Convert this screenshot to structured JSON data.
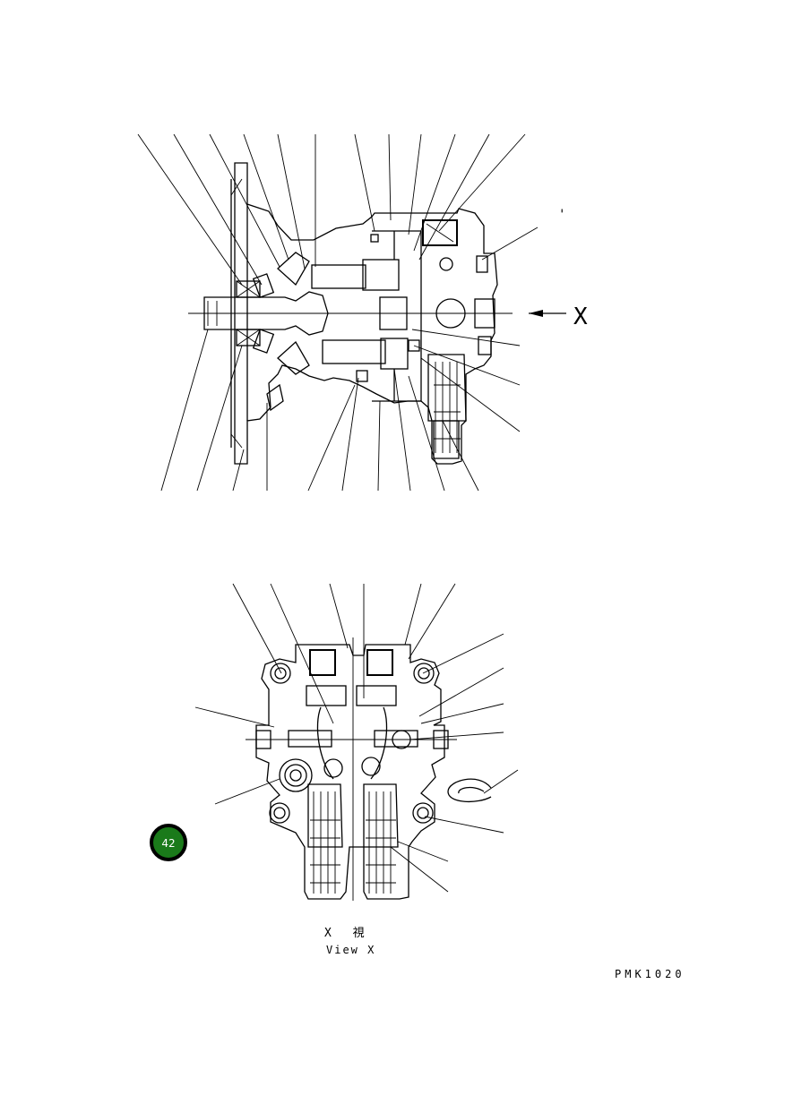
{
  "diagram": {
    "view_arrow_label": "X",
    "view_caption_jp": "X　 視",
    "view_caption_en": "View X",
    "drawing_code": "PMK1020",
    "tick_mark": "'",
    "badge": {
      "label": "42",
      "color": "#1a7a1a"
    }
  },
  "colors": {
    "ink": "#000000",
    "paper": "#ffffff",
    "badge_fill": "#1a7a1a",
    "badge_ring": "#000000"
  }
}
